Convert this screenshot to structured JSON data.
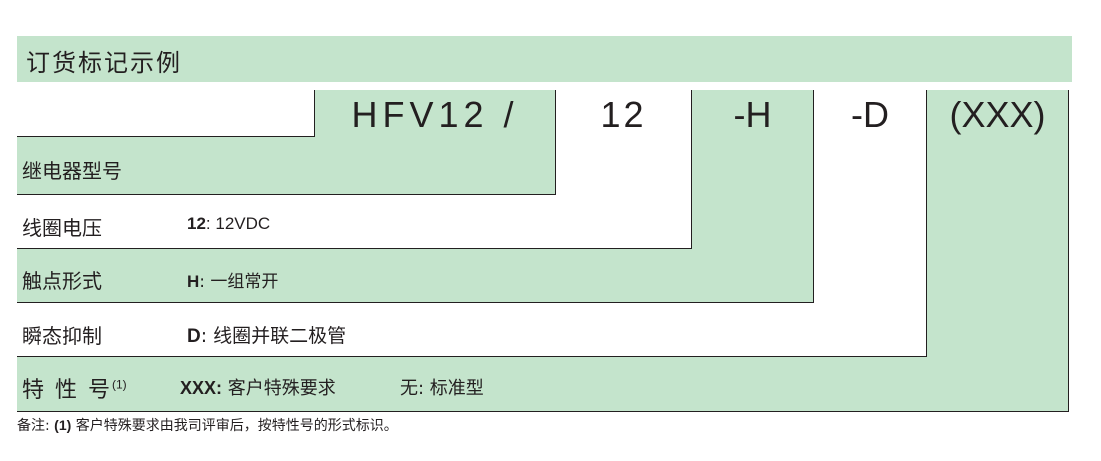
{
  "header": {
    "title": "订货标记示例"
  },
  "codes": {
    "model": "HFV12 /",
    "coil": "12",
    "contact": "-H",
    "suppression": "-D",
    "special": "(XXX)"
  },
  "rows": {
    "model": {
      "label": "继电器型号"
    },
    "coil": {
      "label": "线圈电压",
      "key": "12",
      "value": ": 12VDC"
    },
    "contact": {
      "label": "触点形式",
      "key": "H",
      "value": ": 一组常开"
    },
    "suppression": {
      "label": "瞬态抑制",
      "key": "D",
      "value": ":  线圈并联二极管"
    },
    "special": {
      "label": "特 性 号",
      "footnote_ref": "(1)",
      "key": "XXX:",
      "value": " 客户特殊要求",
      "alt_key": "无",
      "alt_value": ": 标准型"
    }
  },
  "note": {
    "prefix": "备注:  ",
    "ref": "(1)",
    "text": " 客户特殊要求由我司评审后，按特性号的形式标识。"
  },
  "colors": {
    "green": "#c4e4cc",
    "line": "#231f20"
  }
}
